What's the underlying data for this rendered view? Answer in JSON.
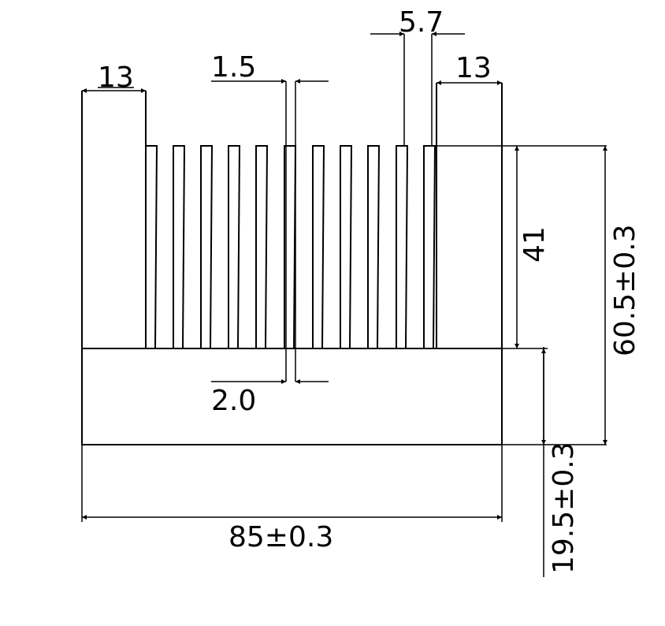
{
  "drawing": {
    "type": "heatsink-profile",
    "fin_count": 11,
    "colors": {
      "line": "#000000",
      "background": "#ffffff"
    }
  },
  "dimensions": {
    "left_wall": "13",
    "fin_thickness": "1.5",
    "pitch": "5.7",
    "right_wall": "13",
    "fin_height": "41",
    "total_height": "60.5±0.3",
    "fin_gap": "2.0",
    "base_height": "19.5±0.3",
    "total_width": "85±0.3"
  }
}
